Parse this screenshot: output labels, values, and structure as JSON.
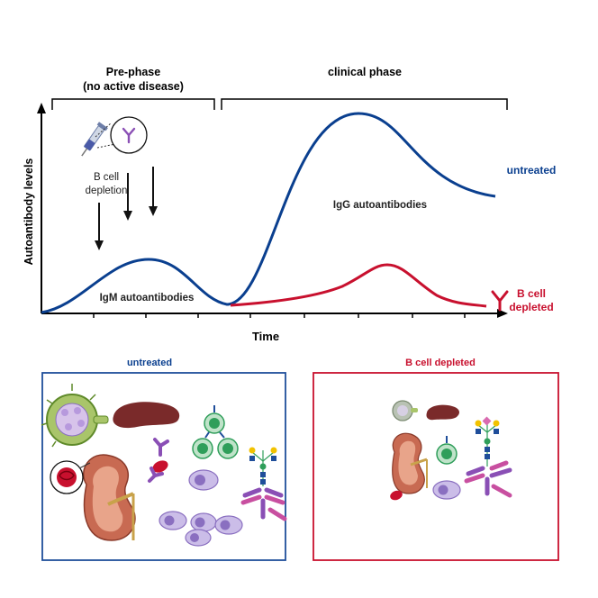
{
  "top": {
    "phase_pre_line1": "Pre-phase",
    "phase_pre_line2": "(no active disease)",
    "phase_clinical": "clinical phase",
    "y_axis_label": "Autoantibody levels",
    "x_axis_label": "Time",
    "b_cell_depletion_line1": "B cell",
    "b_cell_depletion_line2": "depletion",
    "igm_label": "IgM autoantibodies",
    "igg_label": "IgG autoantibodies",
    "untreated_label": "untreated",
    "b_cell_depleted_line1": "B cell",
    "b_cell_depleted_line2": "depleted"
  },
  "bottom": {
    "left_title": "untreated",
    "right_title": "B cell depleted"
  },
  "colors": {
    "blue": "#0a3f8f",
    "red": "#c8102e",
    "black": "#000000",
    "spleen": "#7a2a2a",
    "cell_green": "#2f9e5a",
    "cell_purple": "#8a6fc0",
    "kidney": "#c86a52"
  }
}
